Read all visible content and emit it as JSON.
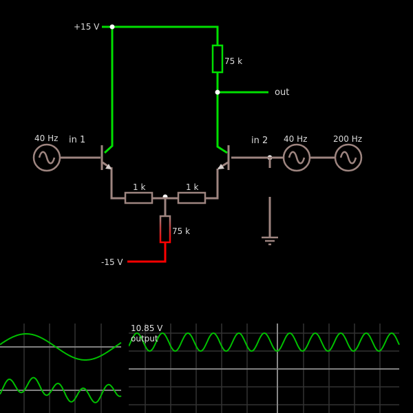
{
  "app": "Circuit Simulator - Differential Amplifier",
  "colors": {
    "background": "#000000",
    "wire_positive": "#00e000",
    "wire_negative": "#ff0000",
    "wire_neutral": "#9e8580",
    "component_neutral": "#9e8580",
    "node_dot": "#ffffff",
    "label": "#dcdcdc",
    "scope_trace": "#00c000",
    "scope_grid": "#333333",
    "scope_axis": "#808080"
  },
  "circuit": {
    "supply_positive": {
      "label": "+15 V"
    },
    "supply_negative": {
      "label": "-15 V"
    },
    "output": {
      "label": "out"
    },
    "resistors": [
      {
        "id": "r-collector",
        "label": "75 k"
      },
      {
        "id": "r-emitter-left",
        "label": "1 k"
      },
      {
        "id": "r-emitter-right",
        "label": "1 k"
      },
      {
        "id": "r-tail",
        "label": "75 k"
      }
    ],
    "inputs": [
      {
        "id": "in1",
        "label": "in 1"
      },
      {
        "id": "in2",
        "label": "in 2"
      }
    ],
    "sources": [
      {
        "id": "src-left",
        "label": "40 Hz",
        "icon": "ac-source-icon"
      },
      {
        "id": "src-right-1",
        "label": "40 Hz",
        "icon": "ac-source-icon"
      },
      {
        "id": "src-right-2",
        "label": "200 Hz",
        "icon": "ac-source-icon"
      }
    ],
    "transistors": [
      {
        "id": "q1",
        "type": "npn"
      },
      {
        "id": "q2",
        "type": "npn"
      }
    ],
    "ground": {
      "icon": "ground-icon"
    }
  },
  "scopes": [
    {
      "id": "scope-in1",
      "label": "",
      "waveform": "40 Hz sine"
    },
    {
      "id": "scope-in2",
      "label": "",
      "waveform": "40 Hz + 200 Hz sum"
    },
    {
      "id": "scope-output",
      "value_label": "10.85 V",
      "name_label": "output",
      "waveform": "200 Hz sine"
    }
  ]
}
